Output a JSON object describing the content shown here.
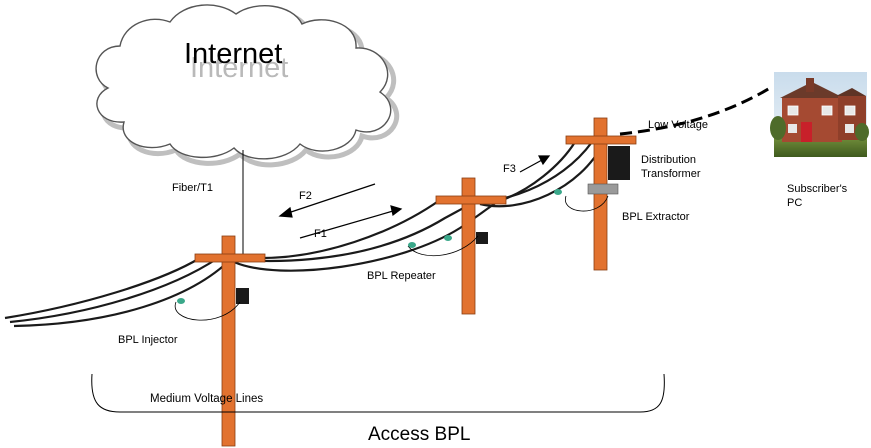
{
  "diagram": {
    "cloud_label": "Internet",
    "link_label": "Fiber/T1",
    "signal_labels": {
      "f1": "F1",
      "f2": "F2",
      "f3": "F3"
    },
    "components": {
      "injector": "BPL Injector",
      "repeater": "BPL Repeater",
      "extractor": "BPL Extractor",
      "transformer_line1": "Distribution",
      "transformer_line2": "Transformer",
      "low_voltage": "Low Voltage",
      "subscriber_line1": "Subscriber's",
      "subscriber_line2": "PC"
    },
    "medium_voltage_label": "Medium Voltage Lines",
    "bottom_title": "Access BPL",
    "colors": {
      "pole": "#e2722f",
      "pole_outline": "#8a3e12",
      "wire": "#1a1a1a",
      "coupler": "#3aa88a",
      "device": "#1a1a1a",
      "transformer_base": "#9a9a9a",
      "cloud_outline": "#555555",
      "cloud_shadow": "#bfbfbf"
    }
  }
}
